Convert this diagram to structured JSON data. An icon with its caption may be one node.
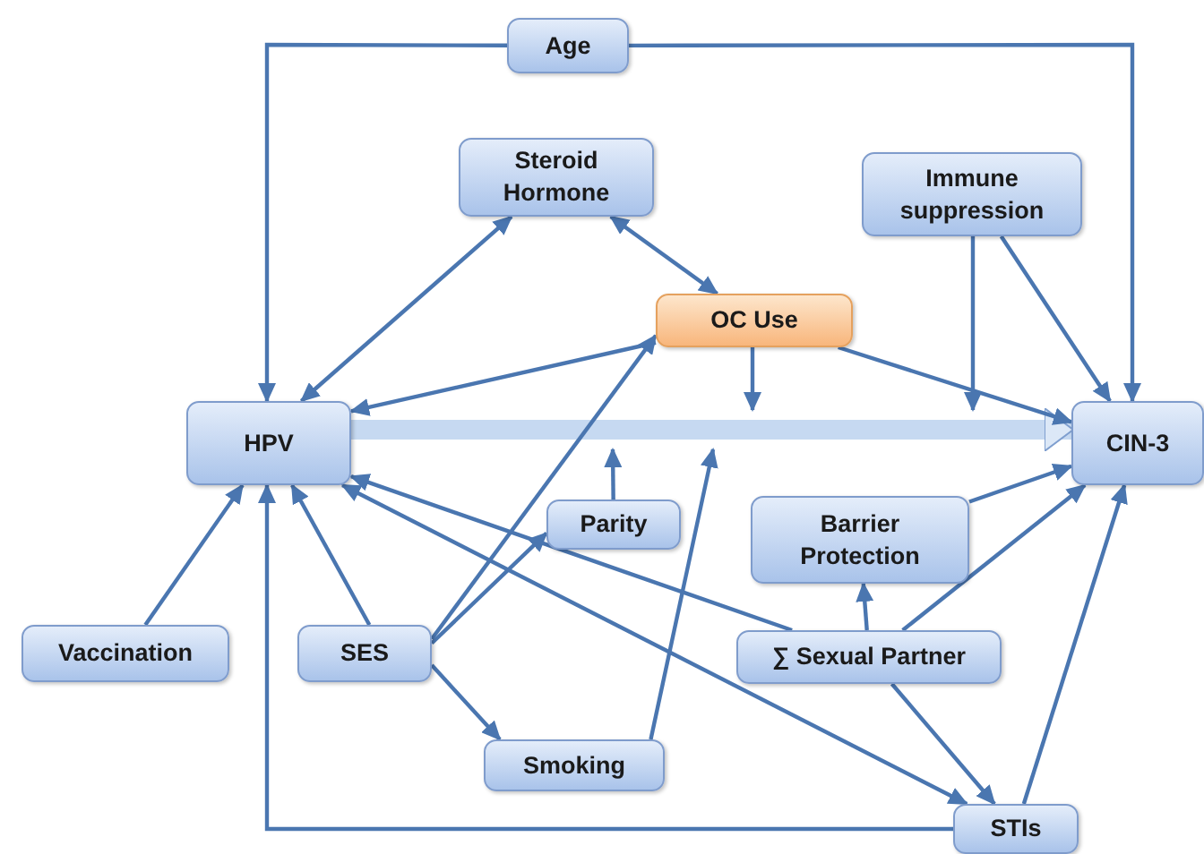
{
  "diagram": {
    "nodes": [
      {
        "text": [
          "Age"
        ]
      },
      {
        "text": [
          "Steroid Hormone"
        ]
      },
      {
        "text": [
          "Immune suppression"
        ]
      },
      {
        "text": [
          "OC Use"
        ]
      },
      {
        "text": [
          "HPV"
        ]
      },
      {
        "text": [
          "CIN-3"
        ]
      },
      {
        "text": [
          "Parity"
        ]
      },
      {
        "text": [
          "Barrier Protection"
        ]
      },
      {
        "text": [
          "Vaccination"
        ]
      },
      {
        "text": [
          "SES"
        ]
      },
      {
        "text": [
          "∑ Sexual Partner"
        ]
      },
      {
        "text": [
          "Smoking"
        ]
      },
      {
        "text": [
          "STIs"
        ]
      }
    ],
    "edges": [
      {
        "from": 0,
        "to": 4,
        "arrow": "to"
      },
      {
        "from": 0,
        "to": 5,
        "arrow": "to"
      },
      {
        "from": 4,
        "to": 1,
        "arrow": "both"
      },
      {
        "from": 1,
        "to": 3,
        "arrow": "both"
      },
      {
        "from": 3,
        "to": 4,
        "arrow": "to"
      },
      {
        "from": 3,
        "to": 5,
        "arrow": "to"
      },
      {
        "from": 4,
        "to": 5,
        "arrow": "to",
        "style": "thick",
        "color": "#c6d9f1"
      },
      {
        "from": 3,
        "to": null,
        "arrow": "to"
      },
      {
        "from": 2,
        "to": 5,
        "arrow": "to"
      },
      {
        "from": 2,
        "to": null,
        "arrow": "to"
      },
      {
        "from": 6,
        "to": null,
        "arrow": "to"
      },
      {
        "from": 11,
        "to": null,
        "arrow": "to"
      },
      {
        "from": 9,
        "to": 3,
        "arrow": "to"
      },
      {
        "from": 9,
        "to": 6,
        "arrow": "to"
      },
      {
        "from": 9,
        "to": 4,
        "arrow": "to"
      },
      {
        "from": 9,
        "to": 11,
        "arrow": "to"
      },
      {
        "from": 8,
        "to": 4,
        "arrow": "to"
      },
      {
        "from": 10,
        "to": 4,
        "arrow": "to"
      },
      {
        "from": 10,
        "to": 7,
        "arrow": "to"
      },
      {
        "from": 10,
        "to": 5,
        "arrow": "to"
      },
      {
        "from": 10,
        "to": 12,
        "arrow": "to"
      },
      {
        "from": 7,
        "to": 5,
        "arrow": "to"
      },
      {
        "from": 4,
        "to": 12,
        "arrow": "both"
      },
      {
        "from": 12,
        "to": 4,
        "arrow": "to"
      },
      {
        "from": 12,
        "to": 5,
        "arrow": "to"
      }
    ]
  }
}
